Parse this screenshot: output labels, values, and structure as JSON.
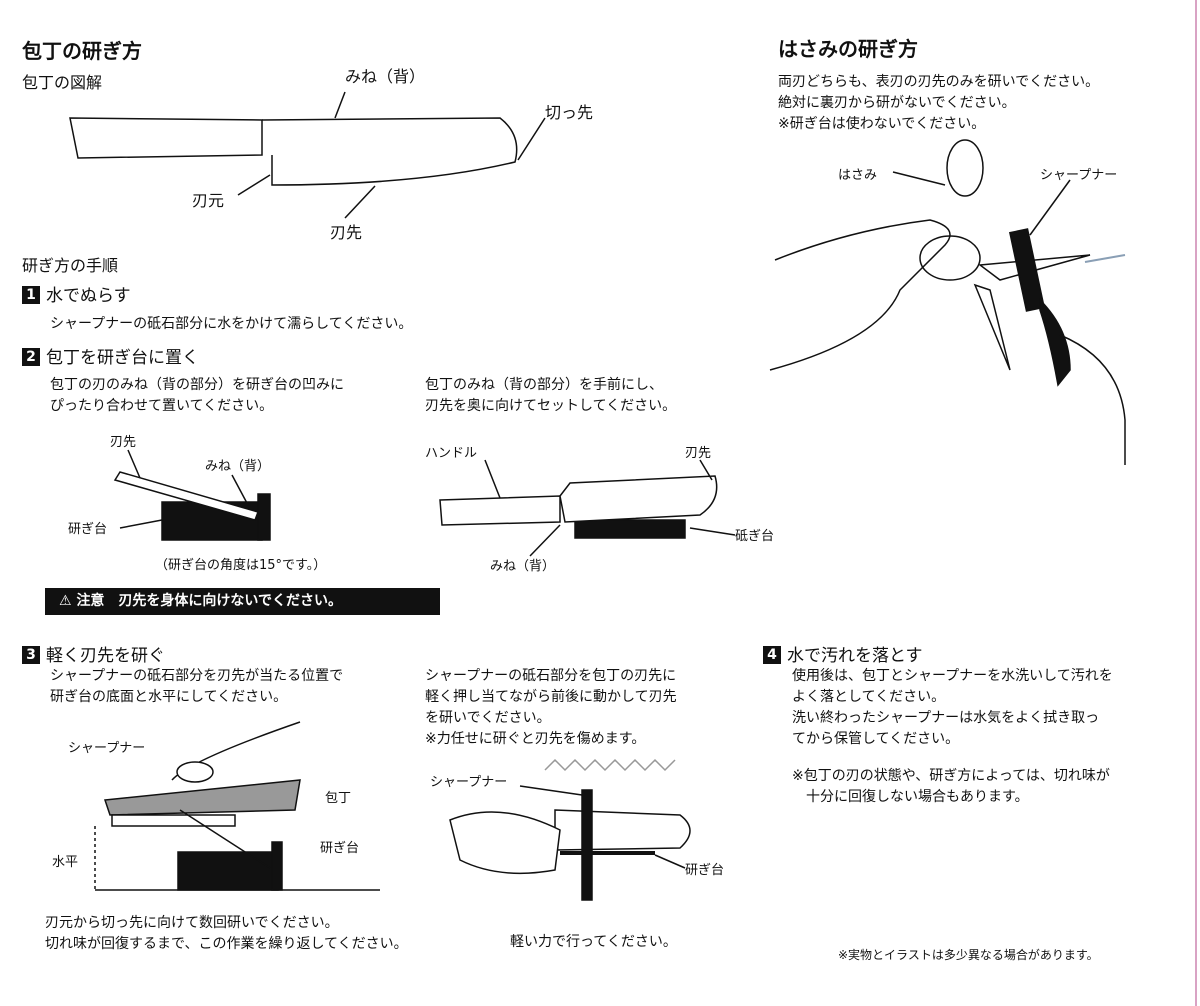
{
  "knife": {
    "title": "包丁の研ぎ方",
    "diagram_title": "包丁の図解",
    "labels": {
      "mine": "みね（背）",
      "kissaki": "切っ先",
      "hamoto": "刃元",
      "hasaki": "刃先"
    }
  },
  "procedure_title": "研ぎ方の手順",
  "step1": {
    "num": "1",
    "title": "水でぬらす",
    "text": "シャープナーの砥石部分に水をかけて濡らしてください。"
  },
  "step2": {
    "num": "2",
    "title": "包丁を研ぎ台に置く",
    "left": [
      "包丁の刃のみね（背の部分）を研ぎ台の凹みに",
      "ぴったり合わせて置いてください。"
    ],
    "right": [
      "包丁のみね（背の部分）を手前にし、",
      "刃先を奥に向けてセットしてください。"
    ],
    "fig_left": {
      "hasaki": "刃先",
      "mine": "みね（背）",
      "dai": "研ぎ台",
      "caption": "（研ぎ台の角度は15°です。）"
    },
    "fig_right": {
      "handle": "ハンドル",
      "hasaki": "刃先",
      "dai": "砥ぎ台",
      "mine": "みね（背）"
    }
  },
  "warning": {
    "label": "注意",
    "text": "刃先を身体に向けないでください。"
  },
  "step3": {
    "num": "3",
    "title": "軽く刃先を研ぐ",
    "left": [
      "シャープナーの砥石部分を刃先が当たる位置で",
      "研ぎ台の底面と水平にしてください。"
    ],
    "right": [
      "シャープナーの砥石部分を包丁の刃先に",
      "軽く押し当てながら前後に動かして刃先",
      "を研いでください。",
      "※力任せに研ぐと刃先を傷めます。"
    ],
    "fig_left": {
      "sharpener": "シャープナー",
      "knife": "包丁",
      "dai": "研ぎ台",
      "level": "水平"
    },
    "caption_left": [
      "刃元から切っ先に向けて数回研いでください。",
      "切れ味が回復するまで、この作業を繰り返してください。"
    ],
    "fig_right": {
      "sharpener": "シャープナー",
      "dai": "研ぎ台"
    },
    "caption_right": "軽い力で行ってください。"
  },
  "scissors": {
    "title": "はさみの研ぎ方",
    "text": [
      "両刃どちらも、表刃の刃先のみを研いでください。",
      "絶対に裏刃から研がないでください。",
      "※研ぎ台は使わないでください。"
    ],
    "labels": {
      "scissors": "はさみ",
      "sharpener": "シャープナー"
    }
  },
  "step4": {
    "num": "4",
    "title": "水で汚れを落とす",
    "text": [
      "使用後は、包丁とシャープナーを水洗いして汚れを",
      "よく落としてください。",
      "洗い終わったシャープナーは水気をよく拭き取っ",
      "てから保管してください。"
    ],
    "note": [
      "※包丁の刃の状態や、研ぎ方によっては、切れ味が",
      "十分に回復しない場合もあります。"
    ]
  },
  "footer": "※実物とイラストは多少異なる場合があります。",
  "colors": {
    "accent_arrow": "#8a9fb5",
    "sharpener_gray": "#999999"
  }
}
